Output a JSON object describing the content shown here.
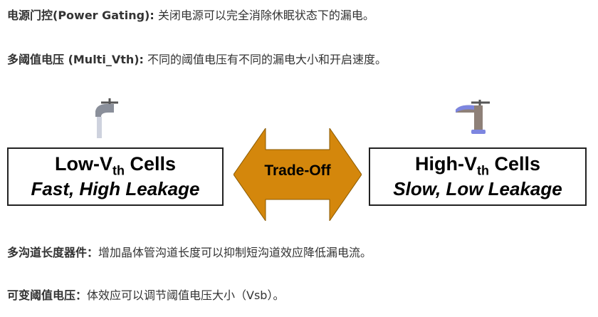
{
  "items": [
    {
      "term": "电源门控(Power Gating):",
      "desc": " 关闭电源可以完全消除休眠状态下的漏电。"
    },
    {
      "term": "多阈值电压 (Multi_Vth):",
      "desc": " 不同的阈值电压有不同的漏电大小和开启速度。"
    },
    {
      "term": "多沟道长度器件：",
      "desc": "增加晶体管沟道长度可以抑制短沟道效应降低漏电流。"
    },
    {
      "term": "可变阈值电压：",
      "desc": "体效应可以调节阈值电压大小（Vsb）。"
    }
  ],
  "diagram": {
    "left": {
      "title_main": "Low-V",
      "title_sub": "th",
      "title_end": " Cells",
      "subtitle": "Fast, High Leakage"
    },
    "right": {
      "title_main": "High-V",
      "title_sub": "th",
      "title_end": " Cells",
      "subtitle": "Slow, Low Leakage"
    },
    "arrow_label": "Trade-Off",
    "arrow_color": "#d4870c",
    "icons": {
      "left": "faucet-running-icon",
      "right": "faucet-closed-icon"
    }
  }
}
